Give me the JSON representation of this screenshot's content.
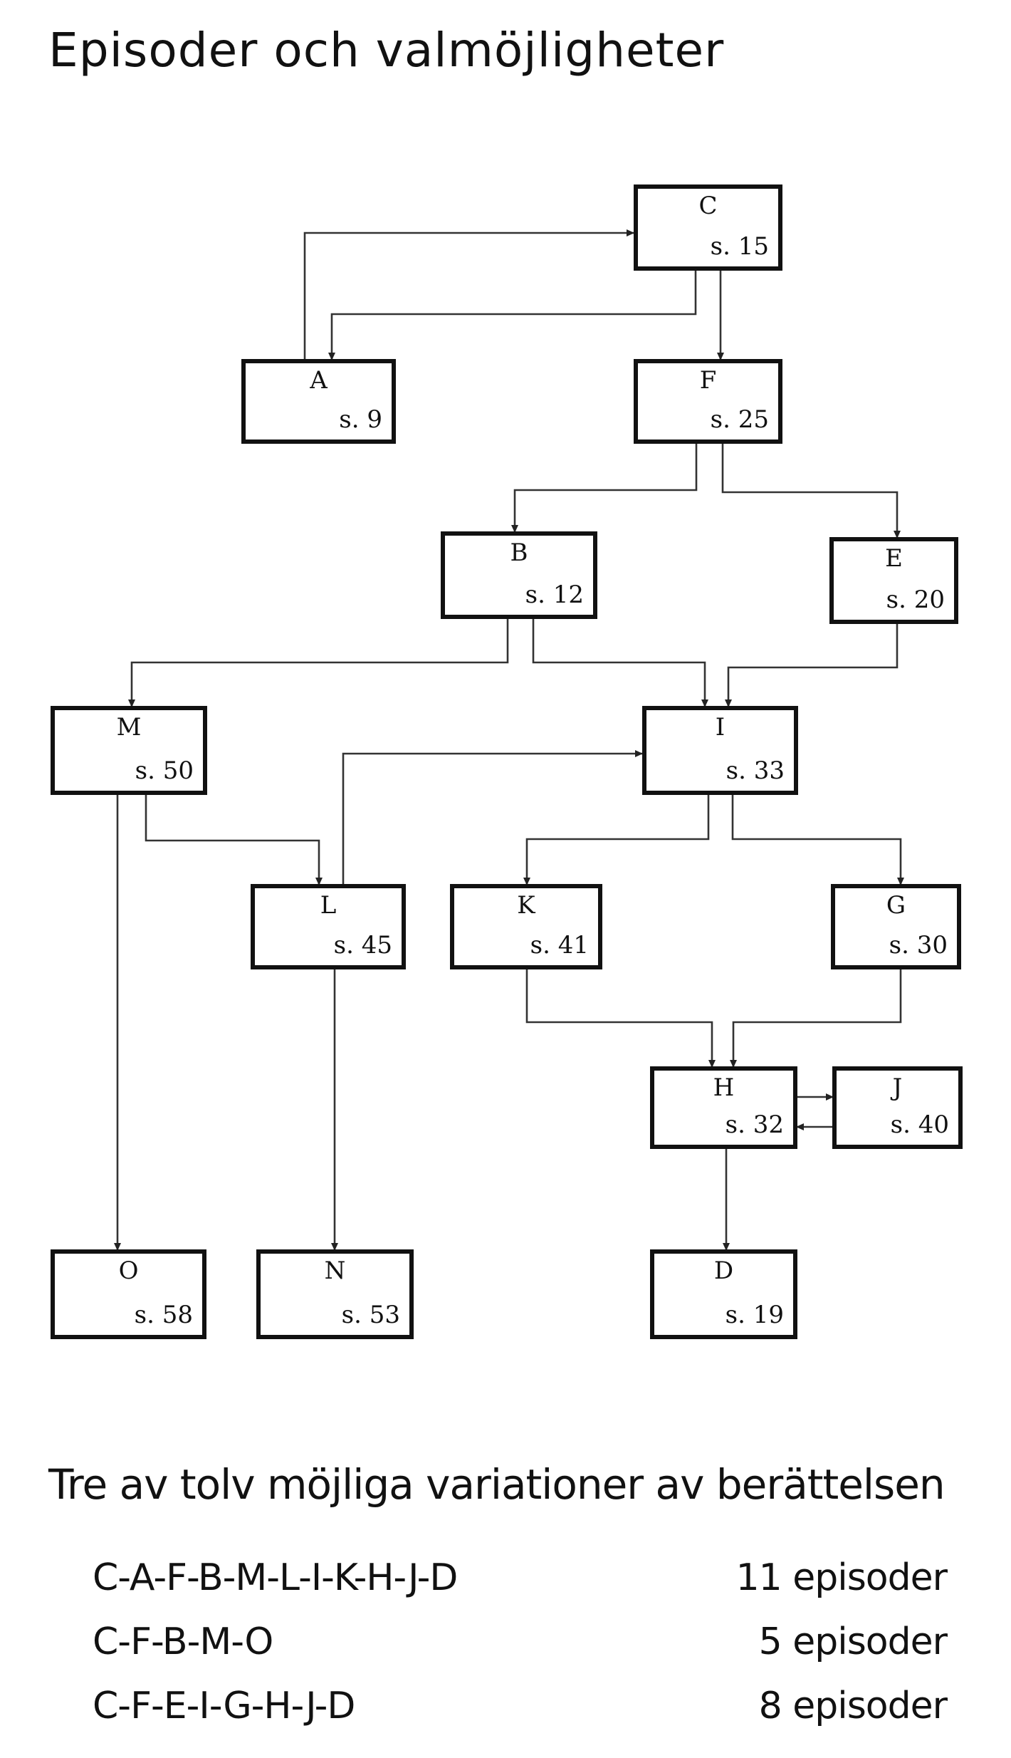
{
  "title": "Episoder och valmöjligheter",
  "nodes": [
    {
      "id": "C",
      "page": "s. 15"
    },
    {
      "id": "A",
      "page": "s. 9"
    },
    {
      "id": "F",
      "page": "s. 25"
    },
    {
      "id": "B",
      "page": "s. 12"
    },
    {
      "id": "E",
      "page": "s. 20"
    },
    {
      "id": "M",
      "page": "s. 50"
    },
    {
      "id": "I",
      "page": "s. 33"
    },
    {
      "id": "L",
      "page": "s. 45"
    },
    {
      "id": "K",
      "page": "s. 41"
    },
    {
      "id": "G",
      "page": "s. 30"
    },
    {
      "id": "H",
      "page": "s. 32"
    },
    {
      "id": "J",
      "page": "s. 40"
    },
    {
      "id": "O",
      "page": "s. 58"
    },
    {
      "id": "N",
      "page": "s. 53"
    },
    {
      "id": "D",
      "page": "s. 19"
    }
  ],
  "edges": [
    {
      "from": "A",
      "to": "C"
    },
    {
      "from": "C",
      "to": "A"
    },
    {
      "from": "C",
      "to": "F"
    },
    {
      "from": "F",
      "to": "B"
    },
    {
      "from": "F",
      "to": "E"
    },
    {
      "from": "B",
      "to": "M"
    },
    {
      "from": "B",
      "to": "I"
    },
    {
      "from": "E",
      "to": "I"
    },
    {
      "from": "M",
      "to": "L"
    },
    {
      "from": "M",
      "to": "O"
    },
    {
      "from": "L",
      "to": "I"
    },
    {
      "from": "L",
      "to": "N"
    },
    {
      "from": "I",
      "to": "K"
    },
    {
      "from": "I",
      "to": "G"
    },
    {
      "from": "K",
      "to": "H"
    },
    {
      "from": "G",
      "to": "H"
    },
    {
      "from": "H",
      "to": "J"
    },
    {
      "from": "J",
      "to": "H"
    },
    {
      "from": "H",
      "to": "D"
    }
  ],
  "subtitle": "Tre av tolv möjliga variationer av berättelsen",
  "routes": [
    {
      "path": "C-A-F-B-M-L-I-K-H-J-D",
      "count": "11 episoder"
    },
    {
      "path": "C-F-B-M-O",
      "count": "5 episoder"
    },
    {
      "path": "C-F-E-I-G-H-J-D",
      "count": "8 episoder"
    }
  ]
}
